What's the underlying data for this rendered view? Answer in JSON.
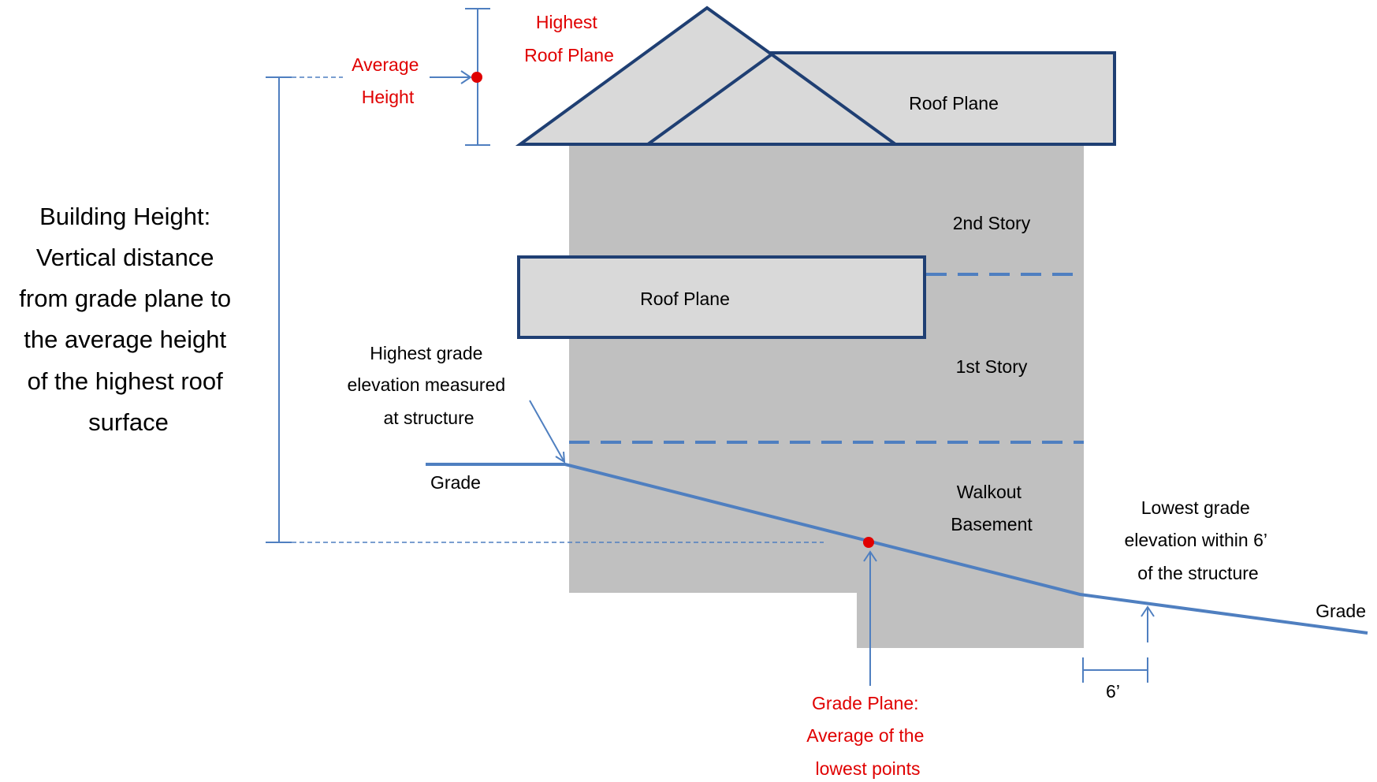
{
  "colors": {
    "wall": "#c0c0c0",
    "roof_fill": "#d9d9d9",
    "roof_stroke": "#1f3f73",
    "line_blue": "#4f7fc0",
    "accent_red": "#e00000"
  },
  "labels": {
    "highest_roof_plane": [
      "Highest",
      "Roof Plane"
    ],
    "average_height": [
      "Average",
      "Height"
    ],
    "upper_roof_plane": "Roof Plane",
    "lower_roof_plane": "Roof Plane",
    "second_story": "2nd Story",
    "first_story": "1st Story",
    "walkout_basement": [
      "Walkout",
      "Basement"
    ],
    "building_height": [
      "Building Height:",
      "Vertical distance",
      "from grade plane to",
      "the average height",
      "of the highest roof",
      "surface"
    ],
    "highest_grade": [
      "Highest grade",
      "elevation measured",
      "at structure"
    ],
    "grade_left": "Grade",
    "grade_right": "Grade",
    "lowest_grade": [
      "Lowest grade",
      "elevation within 6’",
      "of the structure"
    ],
    "six_feet": "6’",
    "grade_plane": [
      "Grade Plane:",
      "Average of the",
      "lowest points"
    ]
  }
}
